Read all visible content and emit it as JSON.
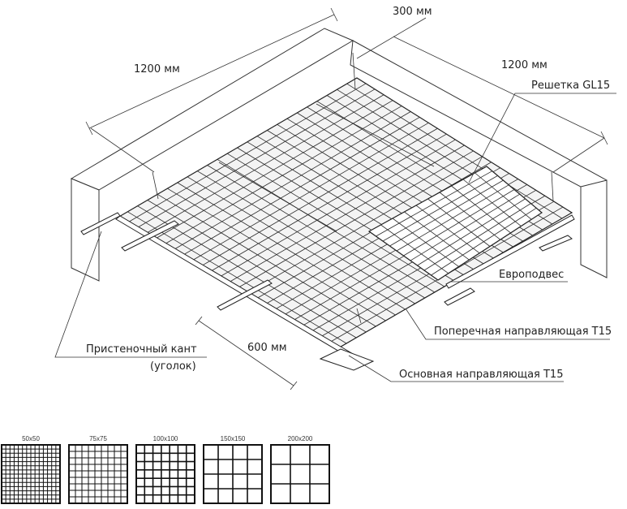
{
  "dimensions": {
    "top_short": "300 мм",
    "top_left": "1200 мм",
    "top_right": "1200 мм",
    "bottom": "600 мм"
  },
  "labels": {
    "grid": "Решетка GL15",
    "hanger": "Европодвес",
    "cross_rail": "Поперечная направляющая T15",
    "main_rail": "Основная направляющая T15",
    "wall_trim_line1": "Пристеночный кант",
    "wall_trim_line2": "(уголок)"
  },
  "cell_sizes": [
    {
      "label": "50x50",
      "divisions": 14
    },
    {
      "label": "75x75",
      "divisions": 9
    },
    {
      "label": "100x100",
      "divisions": 7
    },
    {
      "label": "150x150",
      "divisions": 4
    },
    {
      "label": "200x200",
      "divisions": 3
    }
  ]
}
